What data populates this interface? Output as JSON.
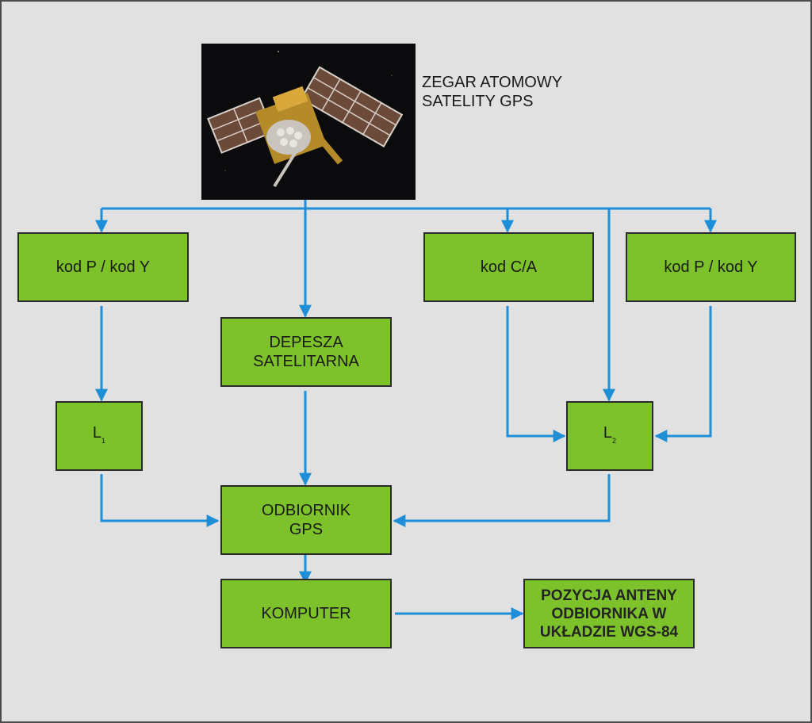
{
  "satellite": {
    "caption_line1": "ZEGAR ATOMOWY",
    "caption_line2": "SATELITY GPS"
  },
  "boxes": {
    "kod_py_left": "kod P / kod Y",
    "kod_ca": "kod C/A",
    "kod_py_right": "kod P / kod Y",
    "depesza_line1": "DEPESZA",
    "depesza_line2": "SATELITARNA",
    "l1_letter": "L",
    "l1_sub": "1",
    "l2_letter": "L",
    "l2_sub": "2",
    "odbiornik_line1": "ODBIORNIK",
    "odbiornik_line2": "GPS",
    "komputer": "KOMPUTER",
    "pozycja_line1": "POZYCJA ANTENY",
    "pozycja_line2": "ODBIORNIKA W",
    "pozycja_line3": "UKŁADZIE WGS-84"
  },
  "colors": {
    "background": "#e1e1e1",
    "box_fill": "#7dc22a",
    "box_border": "#2b2b2b",
    "arrow": "#1e8fd6"
  }
}
